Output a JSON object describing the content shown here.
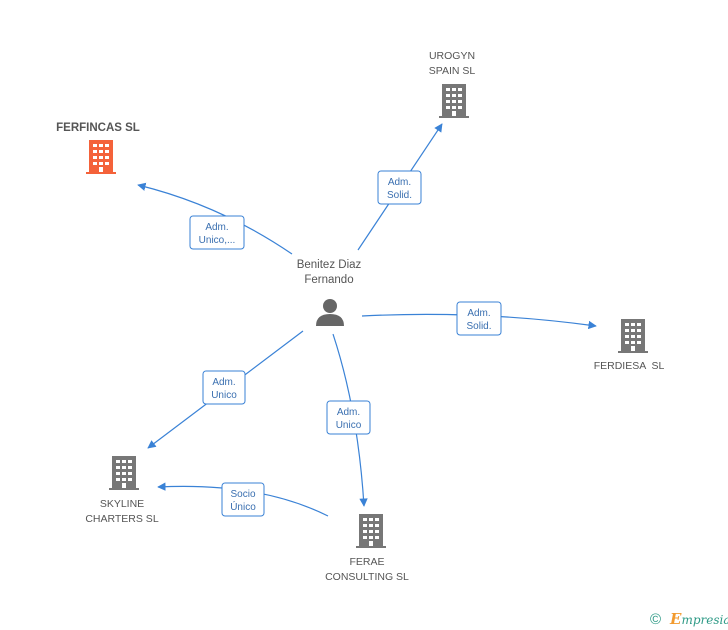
{
  "colors": {
    "edge": "#3a82d6",
    "building_default": "#777777",
    "building_highlight": "#f4623a",
    "person": "#666666"
  },
  "person": {
    "name_line1": "Benitez Diaz",
    "name_line2": "Fernando",
    "icon": "person-icon"
  },
  "companies": {
    "ferfincas": {
      "label_lines": [
        "FERFINCAS SL"
      ],
      "icon": "building-icon",
      "highlighted": true
    },
    "urogyn": {
      "label_lines": [
        "UROGYN",
        "SPAIN SL"
      ],
      "icon": "building-icon",
      "highlighted": false
    },
    "ferdiesa": {
      "label_lines": [
        "FERDIESA  SL"
      ],
      "icon": "building-icon",
      "highlighted": false
    },
    "skyline": {
      "label_lines": [
        "SKYLINE",
        "CHARTERS SL"
      ],
      "icon": "building-icon",
      "highlighted": false
    },
    "ferae": {
      "label_lines": [
        "FERAE",
        "CONSULTING SL"
      ],
      "icon": "building-icon",
      "highlighted": false
    }
  },
  "relations": {
    "to_ferfincas": [
      "Adm.",
      "Unico,..."
    ],
    "to_urogyn": [
      "Adm.",
      "Solid."
    ],
    "to_ferdiesa": [
      "Adm.",
      "Solid."
    ],
    "to_skyline": [
      "Adm.",
      "Unico"
    ],
    "to_ferae": [
      "Adm.",
      "Unico"
    ],
    "ferae_to_skyline": [
      "Socio",
      "Único"
    ]
  },
  "watermark": {
    "copyright": "©",
    "brand_initial": "E",
    "brand_rest": "mpresia"
  }
}
